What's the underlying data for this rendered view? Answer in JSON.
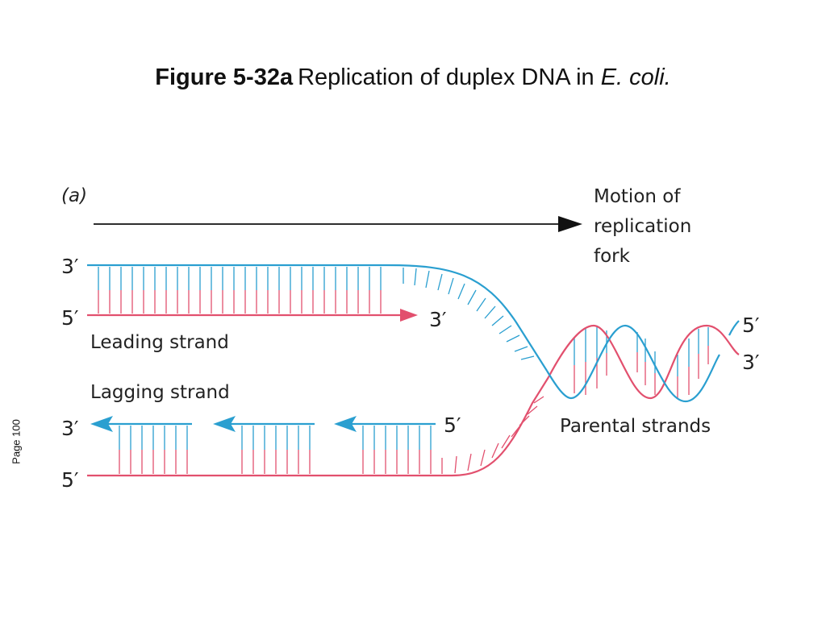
{
  "title": {
    "figure_number": "Figure 5-32a",
    "text": "Replication of duplex DNA in ",
    "organism": "E. coli."
  },
  "page_label": "Page 100",
  "panel_label": "(a)",
  "labels": {
    "motion_line1": "Motion of",
    "motion_line2": "replication",
    "motion_line3": "fork",
    "leading_strand": "Leading strand",
    "lagging_strand": "Lagging strand",
    "parental_strands": "Parental strands"
  },
  "ends": {
    "leading_template_3": "3′",
    "leading_new_5": "5′",
    "leading_new_3": "3′",
    "lagging_new_3": "3′",
    "lagging_template_5": "5′",
    "lagging_fragment_5": "5′",
    "parental_5": "5′",
    "parental_3": "3′"
  },
  "colors": {
    "blue_strand": "#2a9fd0",
    "red_strand": "#e2506e",
    "arrow": "#111111"
  }
}
